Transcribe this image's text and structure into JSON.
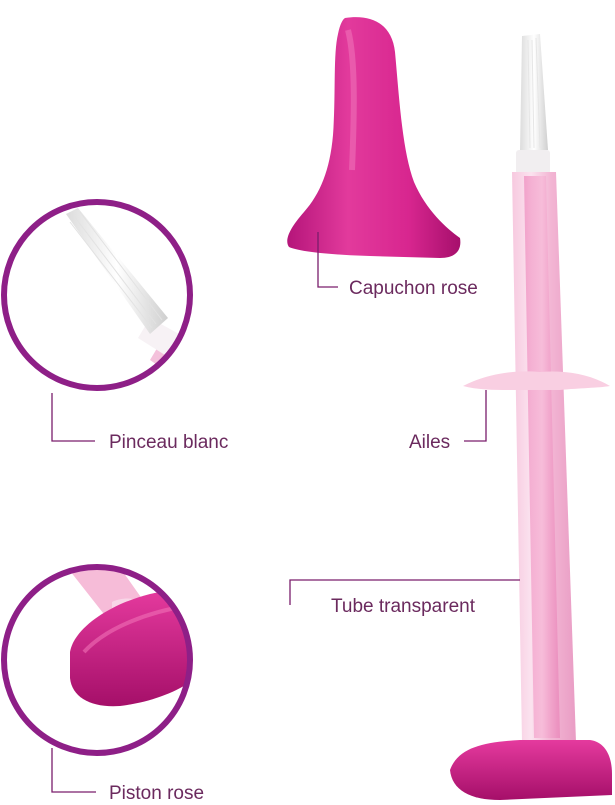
{
  "labels": {
    "capuchon": "Capuchon rose",
    "pinceau": "Pinceau blanc",
    "ailes": "Ailes",
    "tube": "Tube transparent",
    "piston": "Piston rose"
  },
  "colors": {
    "magenta": "#d6208a",
    "magenta_dark": "#a8126a",
    "circle_ring": "#8e1f87",
    "tube_pink": "#f2b4d3",
    "label_text": "#6b2a5e"
  }
}
